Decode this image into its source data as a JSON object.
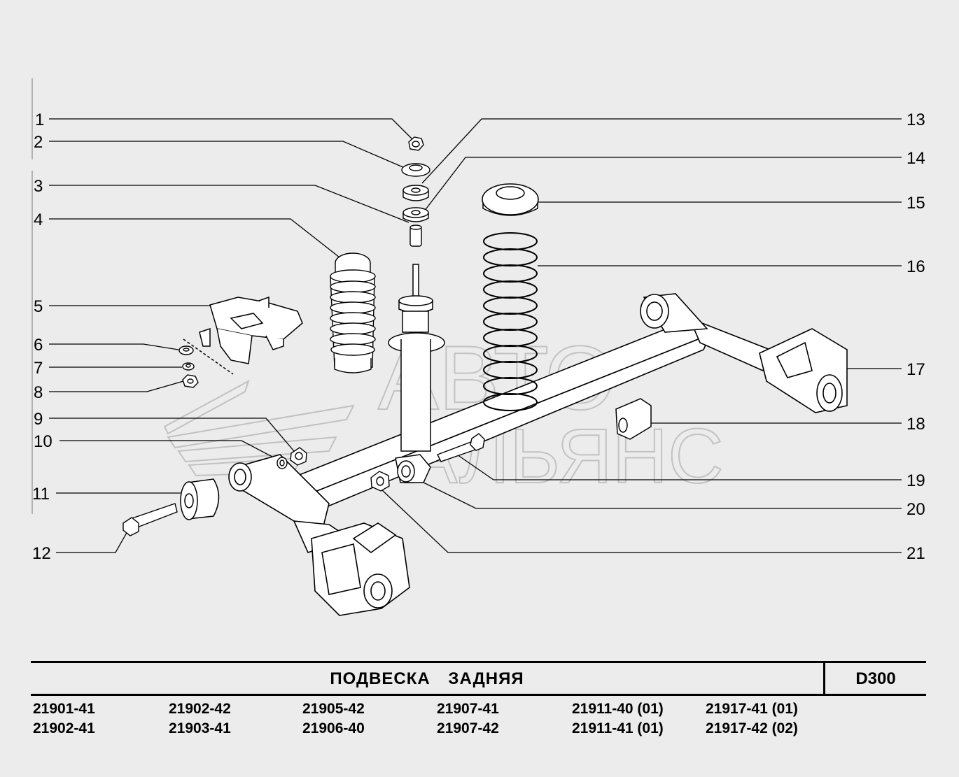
{
  "callouts": [
    "1",
    "2",
    "3",
    "4",
    "5",
    "6",
    "7",
    "8",
    "9",
    "10",
    "11",
    "12",
    "13",
    "14",
    "15",
    "16",
    "17",
    "18",
    "19",
    "20",
    "21"
  ],
  "watermark": {
    "line1": "АВТО",
    "line2": "АЛЬЯНС"
  },
  "title": "ПОДВЕСКА ЗАДНЯЯ",
  "page_code": "D300",
  "models": [
    [
      "21901-41",
      "21902-41"
    ],
    [
      "21902-42",
      "21903-41"
    ],
    [
      "21905-42",
      "21906-40"
    ],
    [
      "21907-41",
      "21907-42"
    ],
    [
      "21911-40 (01)",
      "21911-41 (01)"
    ],
    [
      "21917-41 (01)",
      "21917-42 (02)"
    ]
  ],
  "colors": {
    "background": "#ececec",
    "line": "#000000",
    "part_fill": "#ffffff"
  }
}
